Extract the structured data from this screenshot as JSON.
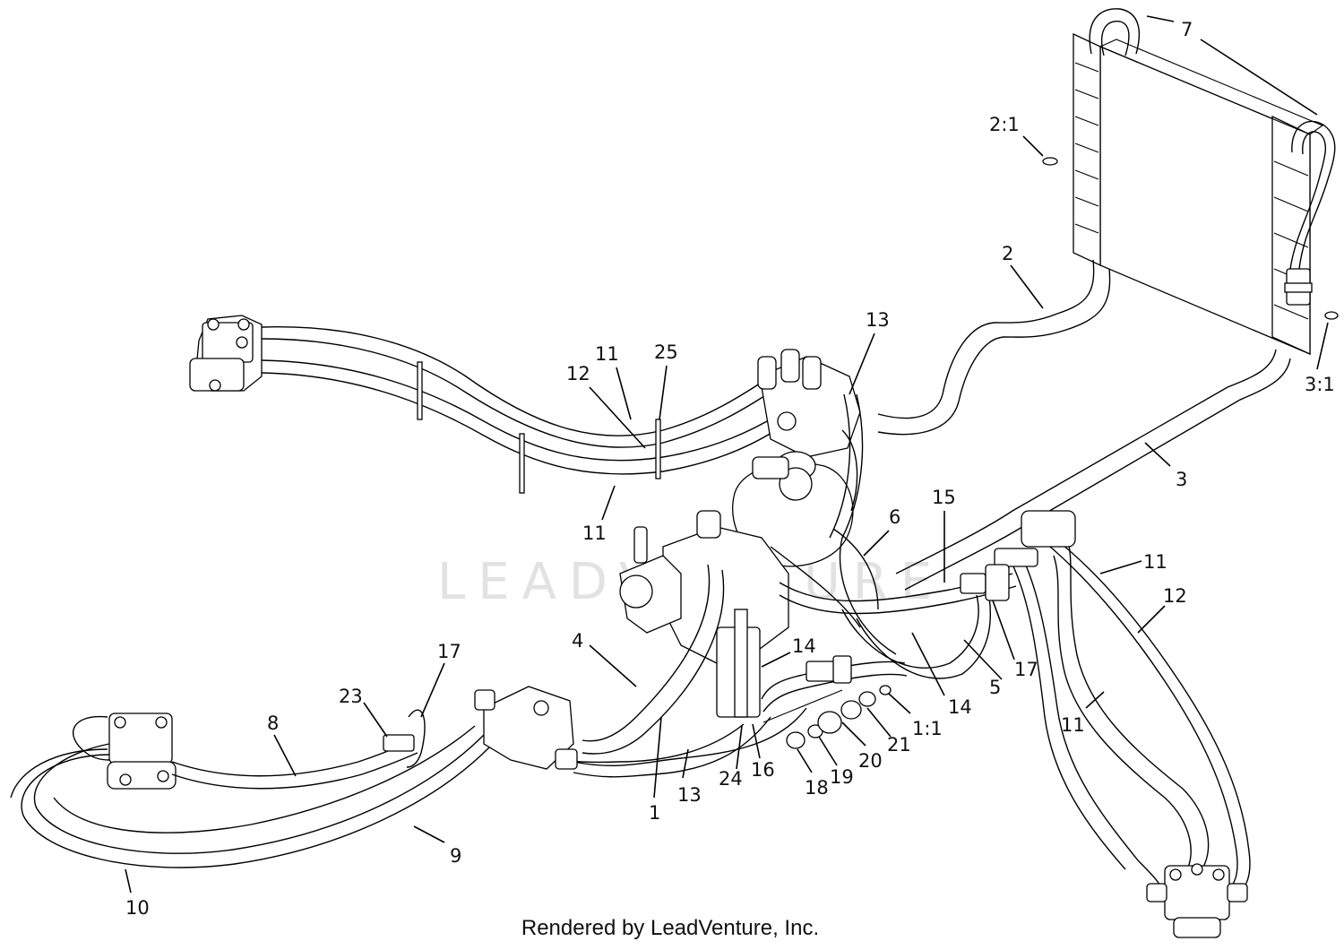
{
  "watermark": "LEADVENTURE",
  "footer": "Rendered by LeadVenture, Inc.",
  "callouts": [
    {
      "id": "c7",
      "text": "7"
    },
    {
      "id": "c2_1",
      "text": "2:1"
    },
    {
      "id": "c2",
      "text": "2"
    },
    {
      "id": "c3_1",
      "text": "3:1"
    },
    {
      "id": "c13a",
      "text": "13"
    },
    {
      "id": "c3",
      "text": "3"
    },
    {
      "id": "c11a",
      "text": "11"
    },
    {
      "id": "c25",
      "text": "25"
    },
    {
      "id": "c12a",
      "text": "12"
    },
    {
      "id": "c11b",
      "text": "11"
    },
    {
      "id": "c15",
      "text": "15"
    },
    {
      "id": "c6",
      "text": "6"
    },
    {
      "id": "c11c",
      "text": "11"
    },
    {
      "id": "c12b",
      "text": "12"
    },
    {
      "id": "c4",
      "text": "4"
    },
    {
      "id": "c14a",
      "text": "14"
    },
    {
      "id": "c17a",
      "text": "17"
    },
    {
      "id": "c17b",
      "text": "17"
    },
    {
      "id": "c23",
      "text": "23"
    },
    {
      "id": "c8",
      "text": "8"
    },
    {
      "id": "c5",
      "text": "5"
    },
    {
      "id": "c14b",
      "text": "14"
    },
    {
      "id": "c1_1",
      "text": "1:1"
    },
    {
      "id": "c21",
      "text": "21"
    },
    {
      "id": "c11d",
      "text": "11"
    },
    {
      "id": "c20",
      "text": "20"
    },
    {
      "id": "c19",
      "text": "19"
    },
    {
      "id": "c18",
      "text": "18"
    },
    {
      "id": "c24",
      "text": "24"
    },
    {
      "id": "c16",
      "text": "16"
    },
    {
      "id": "c13b",
      "text": "13"
    },
    {
      "id": "c1",
      "text": "1"
    },
    {
      "id": "c9",
      "text": "9"
    },
    {
      "id": "c10",
      "text": "10"
    }
  ]
}
